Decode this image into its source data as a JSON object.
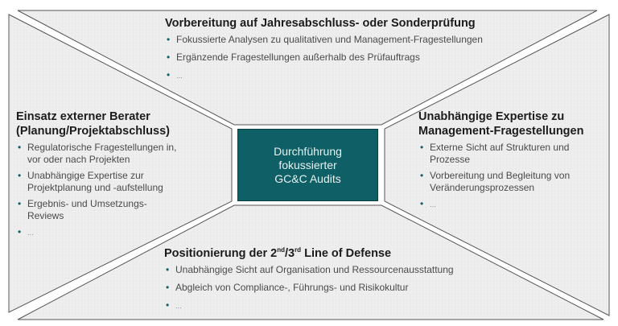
{
  "colors": {
    "teal": "#0e6066",
    "panel_fill": "#ececec",
    "border": "#555555",
    "bullet": "#0e6066"
  },
  "center": {
    "label": "Durchführung\nfokussierter\nGC&C Audits"
  },
  "top": {
    "title": "Vorbereitung auf Jahresabschluss- oder Sonderprüfung",
    "bullets": [
      "Fokussierte Analysen zu qualitativen und Management-Fragestellungen",
      "Ergänzende Fragestellungen außerhalb des Prüfauftrags",
      "…"
    ]
  },
  "left": {
    "title_line1": "Einsatz externer Berater",
    "title_line2": "(Planung/Projektabschluss)",
    "bullets": [
      "Regulatorische Fragestellungen in, vor oder nach Projekten",
      "Unabhängige Expertise zur Projektplanung und -aufstellung",
      "Ergebnis- und Umsetzungs-Reviews",
      "…"
    ]
  },
  "right": {
    "title_line1": "Unabhängige Expertise zu",
    "title_line2": "Management-Fragestellungen",
    "bullets": [
      "Externe Sicht auf Strukturen und Prozesse",
      "Vorbereitung und Begleitung von Veränderungsprozessen",
      "…"
    ]
  },
  "bottom": {
    "title_pre": "Positionierung der 2",
    "title_sup1": "nd",
    "title_mid": "/3",
    "title_sup2": "rd",
    "title_post": " Line of Defense",
    "bullets": [
      "Unabhängige Sicht auf Organisation und Ressourcenausstattung",
      "Abgleich von Compliance-, Führungs- und Risikokultur",
      "…"
    ]
  },
  "bullet_glyph": "•"
}
